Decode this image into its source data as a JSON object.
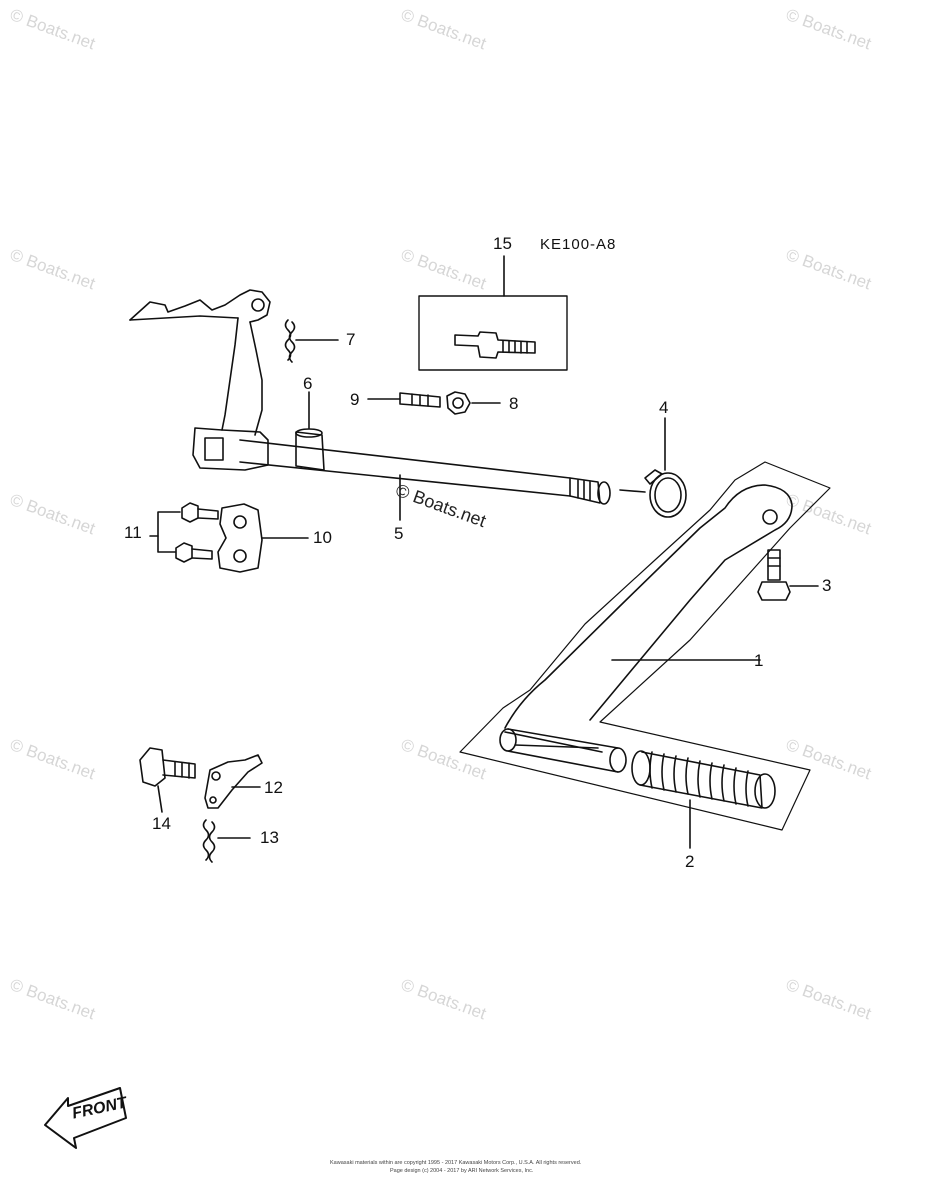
{
  "diagram_code": "KE100-A8",
  "watermark": "© Boats.net",
  "front_label": "FRONT",
  "credits": {
    "line1": "Kawasaki materials within are copyright 1995 - 2017 Kawasaki Motors Corp., U.S.A.  All rights reserved.",
    "line2": "Page design (c) 2004 - 2017 by ARI Network Services, Inc."
  },
  "callouts": {
    "c1": "1",
    "c2": "2",
    "c3": "3",
    "c4": "4",
    "c5": "5",
    "c6": "6",
    "c7": "7",
    "c8": "8",
    "c9": "9",
    "c10": "10",
    "c11": "11",
    "c12": "12",
    "c13": "13",
    "c14": "14",
    "c15": "15"
  }
}
